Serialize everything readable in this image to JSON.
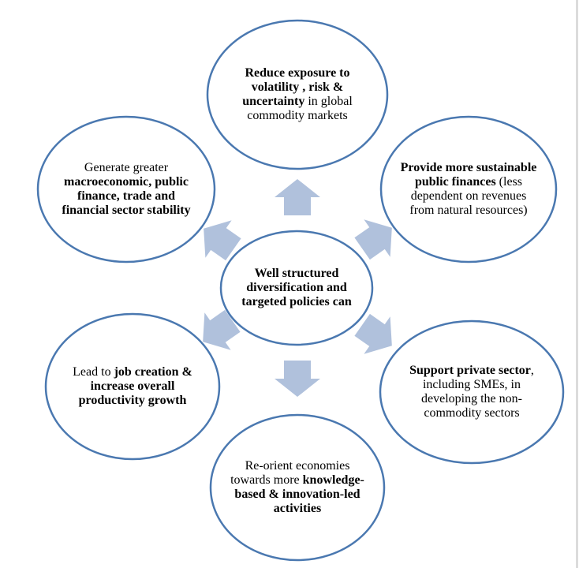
{
  "diagram": {
    "type": "radial-cycle",
    "colors": {
      "ellipse_stroke": "#4a78b0",
      "ellipse_fill": "#ffffff",
      "arrow_fill": "#b0c1dc",
      "text": "#000000",
      "page_edge": "#dcdcdc"
    },
    "center": {
      "id": "center",
      "segments": [
        {
          "text": "Well structured diversification and targeted policies can",
          "bold": true
        }
      ]
    },
    "nodes": [
      {
        "id": "top",
        "segments": [
          {
            "text": "Reduce exposure to volatility , risk & uncertainty",
            "bold": true
          },
          {
            "text": " in global commodity markets",
            "bold": false
          }
        ]
      },
      {
        "id": "upper-right",
        "segments": [
          {
            "text": "Provide more sustainable public finances",
            "bold": true
          },
          {
            "text": " (less dependent on revenues from natural resources)",
            "bold": false
          }
        ]
      },
      {
        "id": "lower-right",
        "segments": [
          {
            "text": "Support private sector",
            "bold": true
          },
          {
            "text": ", including SMEs, in developing the non-commodity sectors",
            "bold": false
          }
        ]
      },
      {
        "id": "bottom",
        "segments": [
          {
            "text": "Re-orient economies towards more ",
            "bold": false
          },
          {
            "text": "knowledge-based & innovation-led activities",
            "bold": true
          }
        ]
      },
      {
        "id": "lower-left",
        "segments": [
          {
            "text": "Lead to ",
            "bold": false
          },
          {
            "text": "job creation & increase overall productivity growth",
            "bold": true
          }
        ]
      },
      {
        "id": "upper-left",
        "segments": [
          {
            "text": "Generate greater ",
            "bold": false
          },
          {
            "text": "macroeconomic, public finance, trade and financial sector stability",
            "bold": true
          }
        ]
      }
    ],
    "arrows": [
      {
        "from": "center",
        "to": "top",
        "direction": "up"
      },
      {
        "from": "center",
        "to": "upper-right",
        "direction": "up-right"
      },
      {
        "from": "center",
        "to": "lower-right",
        "direction": "down-right"
      },
      {
        "from": "center",
        "to": "bottom",
        "direction": "down"
      },
      {
        "from": "center",
        "to": "lower-left",
        "direction": "down-left"
      },
      {
        "from": "center",
        "to": "upper-left",
        "direction": "up-left"
      }
    ]
  }
}
